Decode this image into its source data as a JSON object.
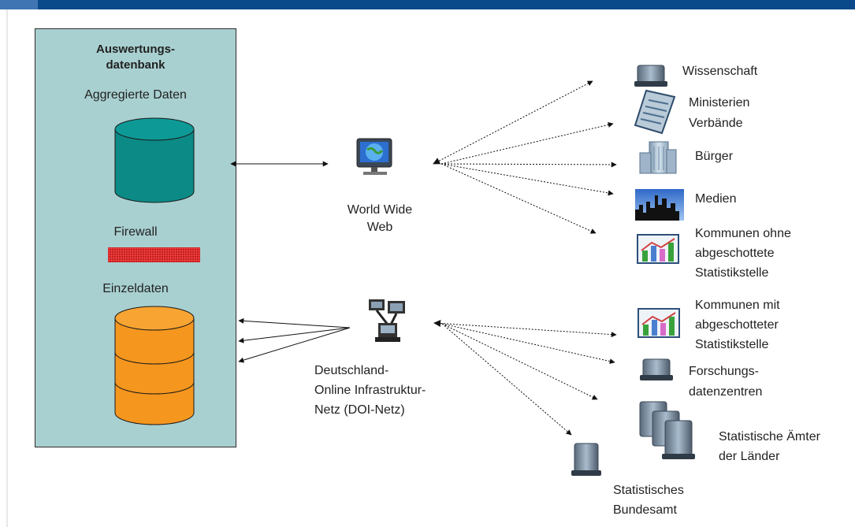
{
  "colors": {
    "header_bar": "#0b4a8a",
    "panel_bg": "#a9d0d0",
    "aggregate_db": "#0b8a86",
    "detail_db": "#f5961e",
    "firewall": "#b31414"
  },
  "database_panel": {
    "title_line1": "Auswertungs-",
    "title_line2": "datenbank",
    "aggregate_label": "Aggregierte Daten",
    "firewall_label": "Firewall",
    "detail_label": "Einzeldaten"
  },
  "hubs": {
    "www": {
      "line1": "World Wide",
      "line2": "Web",
      "icon": "monitor-globe-icon"
    },
    "doi": {
      "line1": "Deutschland-",
      "line2": "Online Infrastruktur-",
      "line3": "Netz (DOI-Netz)",
      "icon": "network-computers-icon"
    }
  },
  "www_targets": [
    {
      "line1": "Wissenschaft",
      "icon": "server-icon"
    },
    {
      "line1": "Ministerien",
      "line2": "Verbände",
      "icon": "document-icon"
    },
    {
      "line1": "Bürger",
      "icon": "building-icon"
    },
    {
      "line1": "Medien",
      "icon": "skyline-icon"
    },
    {
      "line1": "Kommunen ohne",
      "line2": "abgeschottete",
      "line3": "Statistikstelle",
      "icon": "chart-icon"
    }
  ],
  "doi_targets": [
    {
      "line1": "Kommunen mit",
      "line2": "abgeschotteter",
      "line3": "Statistikstelle",
      "icon": "chart-icon"
    },
    {
      "line1": "Forschungs-",
      "line2": "datenzentren",
      "icon": "server-icon"
    },
    {
      "line1": "Statistische Ämter",
      "line2": "der Länder",
      "icon": "server-cluster-icon"
    },
    {
      "line1": "Statistisches",
      "line2": "Bundesamt",
      "icon": "server-icon"
    }
  ]
}
